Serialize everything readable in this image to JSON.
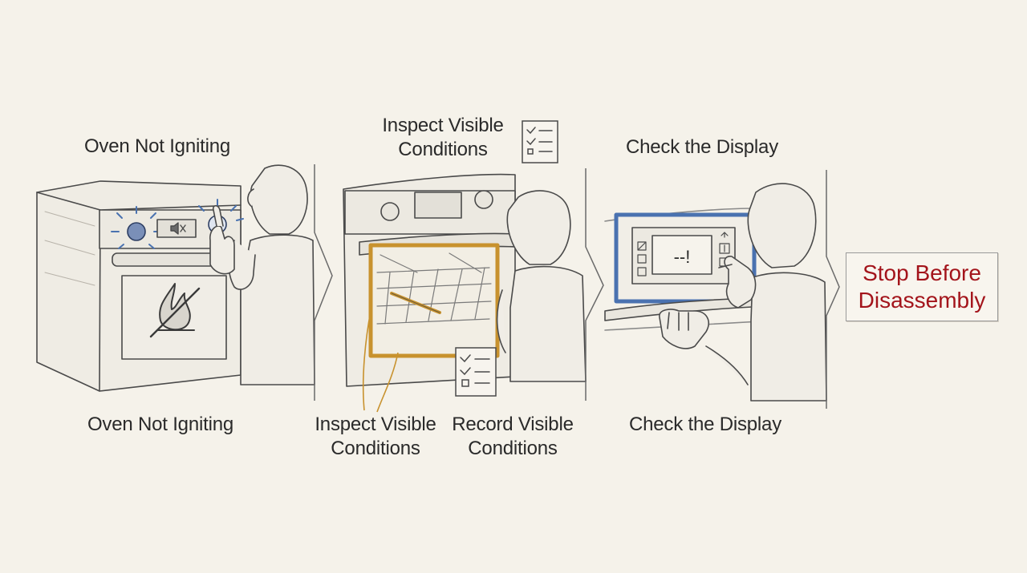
{
  "steps": [
    {
      "id": "not-igniting",
      "top_label": "Oven Not Igniting",
      "bottom_label": "Oven Not Igniting"
    },
    {
      "id": "inspect",
      "top_label_line1": "Inspect Visible",
      "top_label_line2": "Conditions",
      "bottom_label_left_line1": "Inspect Visible",
      "bottom_label_left_line2": "Conditions",
      "bottom_label_right_line1": "Record Visible",
      "bottom_label_right_line2": "Conditions"
    },
    {
      "id": "display",
      "top_label": "Check the Display",
      "bottom_label": "Check the Display",
      "display_readout": "--!"
    }
  ],
  "final_step": {
    "line1": "Stop Before",
    "line2": "Disassembly"
  },
  "colors": {
    "background": "#f5f2ea",
    "sketch": "#4a4a4a",
    "highlight_blue": "#4a72b0",
    "highlight_gold": "#c8922e",
    "stop_red": "#a3141b"
  },
  "icons": [
    "flame-crossed-icon",
    "speaker-muted-icon",
    "checklist-icon",
    "error-display-icon"
  ]
}
